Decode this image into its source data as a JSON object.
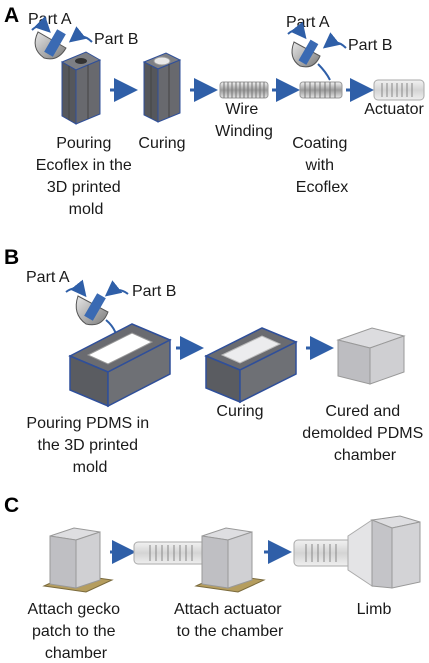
{
  "panels": [
    {
      "letter": "A",
      "pour_labels": {
        "part_a": "Part A",
        "part_b": "Part B"
      },
      "pour_labels_2": {
        "part_a": "Part A",
        "part_b": "Part B"
      },
      "steps": [
        {
          "lines": [
            "Pouring",
            "Ecoflex in the",
            "3D printed",
            "mold"
          ]
        },
        {
          "lines": [
            "Curing"
          ]
        },
        {
          "lines": [
            "Wire",
            "Winding"
          ]
        },
        {
          "lines": [
            "Coating",
            "with",
            "Ecoflex"
          ]
        },
        {
          "lines": [
            "Actuator"
          ]
        }
      ]
    },
    {
      "letter": "B",
      "pour_labels": {
        "part_a": "Part A",
        "part_b": "Part B"
      },
      "steps": [
        {
          "lines": [
            "Pouring PDMS in",
            "the 3D printed",
            "mold"
          ]
        },
        {
          "lines": [
            "Curing"
          ]
        },
        {
          "lines": [
            "Cured and",
            "demolded PDMS",
            "chamber"
          ]
        }
      ]
    },
    {
      "letter": "C",
      "steps": [
        {
          "lines": [
            "Attach gecko",
            "patch to the",
            "chamber"
          ]
        },
        {
          "lines": [
            "Attach actuator",
            "to the chamber"
          ]
        },
        {
          "lines": [
            "Limb"
          ]
        }
      ]
    }
  ],
  "colors": {
    "arrow": "#2f5fa8",
    "mold_dark": "#5f6166",
    "mold_edge": "#2f4f9a",
    "chamber_fill": "#c9c9cc",
    "patch": "#b59d5e"
  }
}
